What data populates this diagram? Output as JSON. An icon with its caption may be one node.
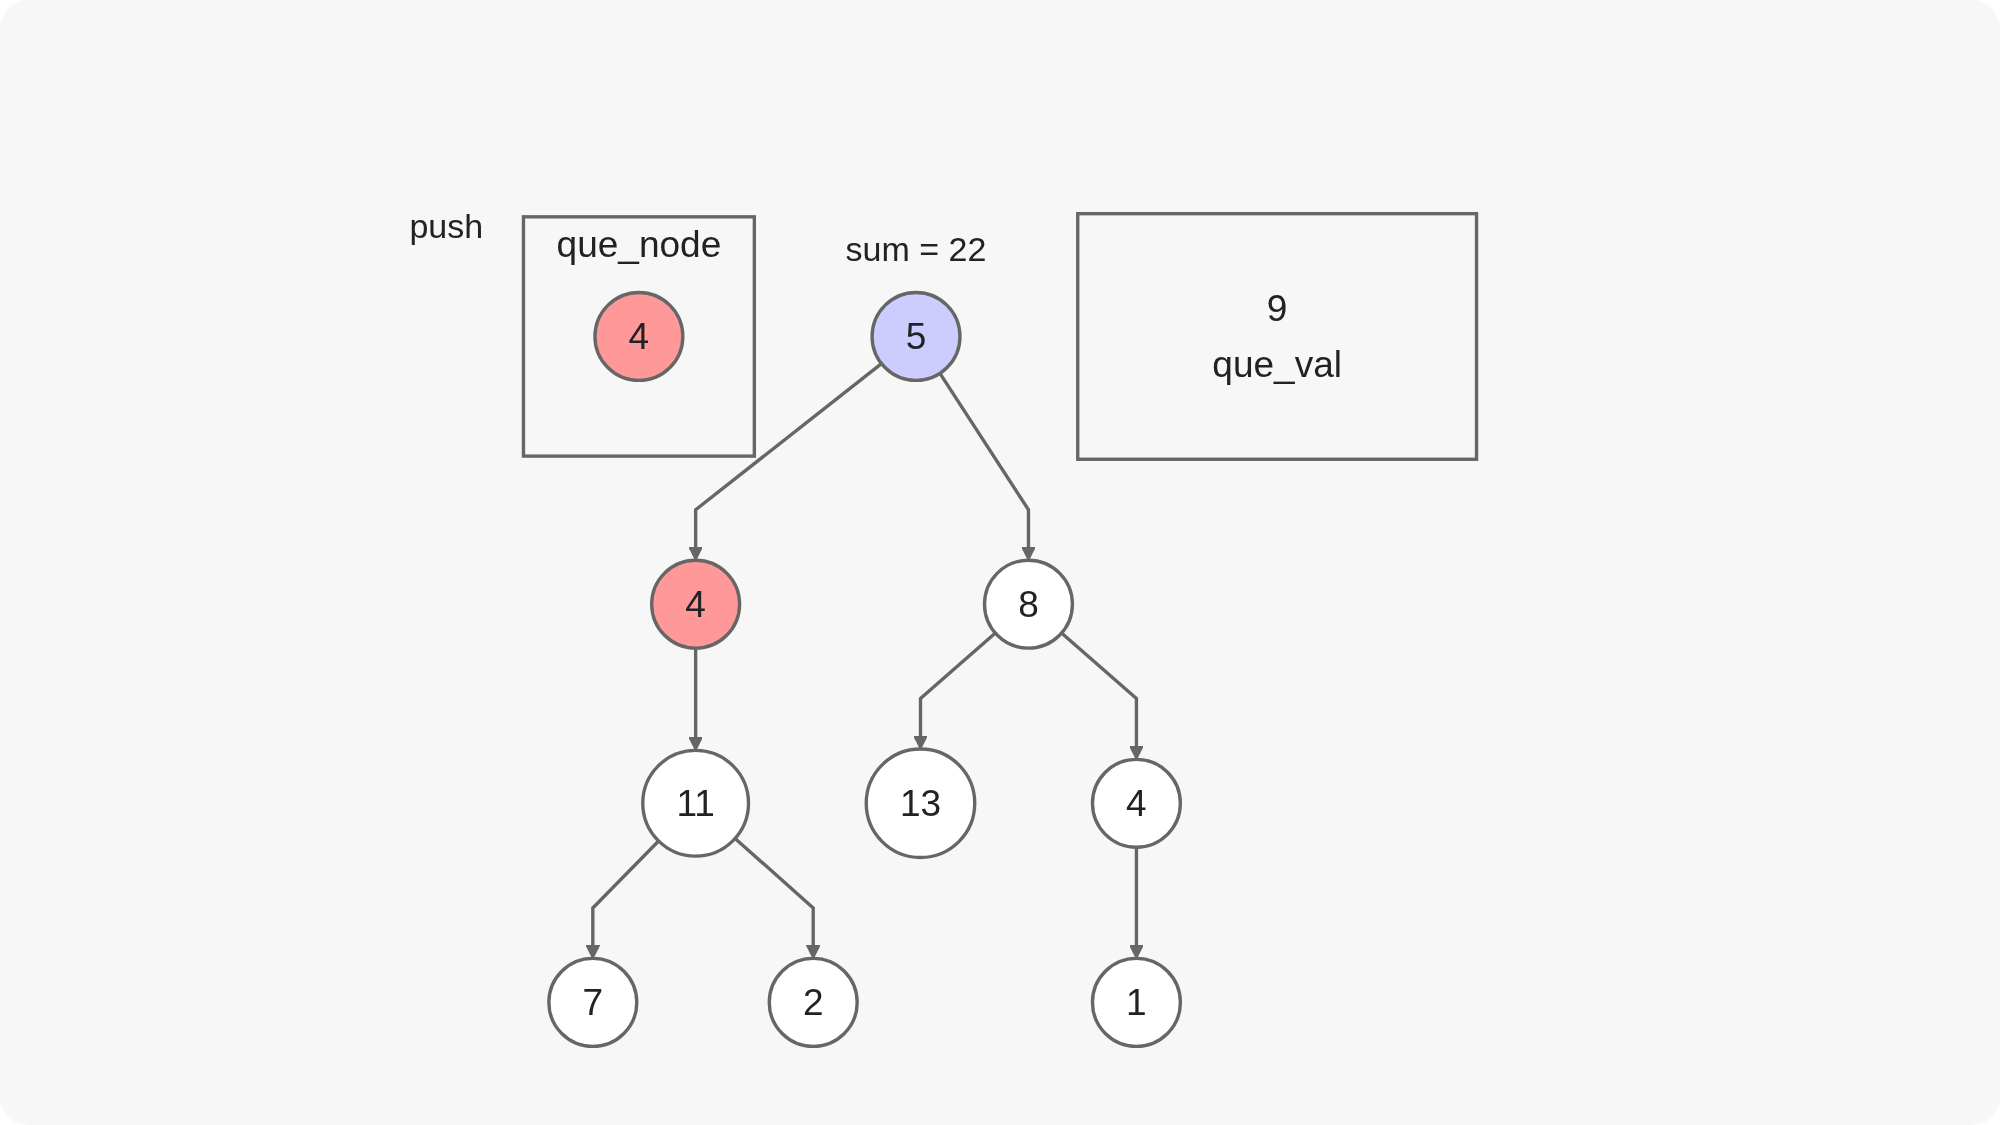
{
  "diagram": {
    "nodes": [
      {
        "text": [
          "5"
        ]
      },
      {
        "text": [
          "4"
        ]
      },
      {
        "text": [
          "8"
        ]
      },
      {
        "text": [
          "11"
        ]
      },
      {
        "text": [
          "13"
        ]
      },
      {
        "text": [
          "4"
        ]
      },
      {
        "text": [
          "7"
        ]
      },
      {
        "text": [
          "2"
        ]
      },
      {
        "text": [
          "1"
        ]
      },
      {
        "text": [
          "que_node"
        ]
      },
      {
        "text": [
          "4"
        ],
        "in": 9
      },
      {
        "text": [
          "9",
          "que_val"
        ]
      }
    ],
    "edges": [
      {
        "from": 0,
        "to": 1,
        "arrow": "to"
      },
      {
        "from": 0,
        "to": 2,
        "arrow": "to"
      },
      {
        "from": 1,
        "to": 3,
        "arrow": "to"
      },
      {
        "from": 2,
        "to": 4,
        "arrow": "to"
      },
      {
        "from": 2,
        "to": 5,
        "arrow": "to"
      },
      {
        "from": 3,
        "to": 6,
        "arrow": "to"
      },
      {
        "from": 3,
        "to": 7,
        "arrow": "to"
      },
      {
        "from": 5,
        "to": 8,
        "arrow": "to"
      }
    ],
    "labels": [
      "sum = 22",
      "push"
    ]
  }
}
